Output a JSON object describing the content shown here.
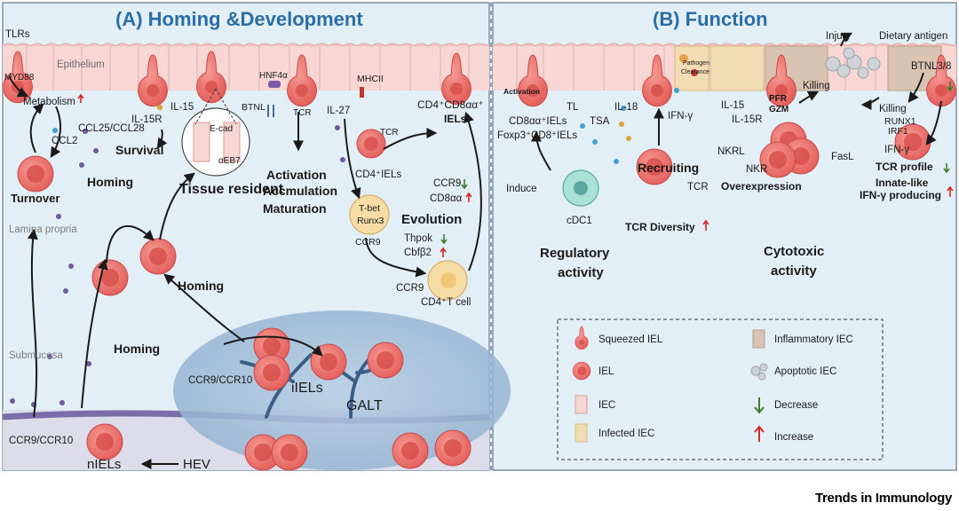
{
  "panels": {
    "a_title": "(A) Homing &Development",
    "b_title": "(B) Function"
  },
  "colors": {
    "panel_bg": "#e3eff6",
    "title_blue": "#2b6ea6",
    "epithelium": "#f7d6d4",
    "cell_fill": "#ea6f6b",
    "cell_nucleus": "#d84a47",
    "decrease": "#3a7d2c",
    "increase": "#d92626",
    "galt": "#3b5e86"
  },
  "labels_a": {
    "tlrs": "TLRs",
    "myd88": "MYD88",
    "epithelium": "Epithelium",
    "metabolism": "Metabolism",
    "ccl2": "CCL2",
    "ccl25": "CCL25/CCL28",
    "turnover": "Turnover",
    "il15r": "IL-15R",
    "il15": "IL-15",
    "survival": "Survival",
    "ecad": "E-cad",
    "aeb7": "αEB7",
    "hnf4a": "HNF4α",
    "btnl": "BTNL",
    "tcr": "TCR",
    "tissue_resident": "Tissue resident",
    "homing1": "Homing",
    "homing2": "Homing",
    "homing3": "Homing",
    "activation": "Activation",
    "accumulation": "Accmulation",
    "maturation": "Maturation",
    "lamina": "Lamina propria",
    "submucosa": "Submucosa",
    "il27": "IL-27",
    "mhcii": "MHCII",
    "tcr2": "TCR",
    "cd4_iels": "CD4⁺IELs",
    "tbet": "T-bet",
    "runx3": "Runx3",
    "ccr9_a": "CCR9",
    "cd4cd8": "CD4⁺CD8αα⁺",
    "iels_top": "IELs",
    "ccr9_down": "CCR9",
    "cd8aa_up": "CD8αα",
    "evolution": "Evolution",
    "thpok": "Thpok",
    "cbfb2": "Cbfβ2",
    "ccr9_b": "CCR9",
    "cd4t": "CD4⁺T cell",
    "ccr9ccr10_mid": "CCR9/CCR10",
    "iiels": "iIELs",
    "galt": "GALT",
    "ccr9ccr10_low": "CCR9/CCR10",
    "niels": "nIELs",
    "hev": "HEV"
  },
  "labels_b": {
    "activation": "Activation",
    "tl": "TL",
    "il18": "IL-18",
    "cd8aa_iels": "CD8αα⁺IELs",
    "foxp3": "Foxp3⁺CD8⁺IELs",
    "tsa": "TSA",
    "pathogen1": "Pathogen",
    "pathogen2": "Clearance",
    "ifng": "IFN-γ",
    "recruiting": "Recruiting",
    "tcr": "TCR",
    "tcr_diversity": "TCR Diversity",
    "induce": "Induce",
    "cdc1": "cDC1",
    "regulatory1": "Regulatory",
    "regulatory2": "activity",
    "injury": "Injury",
    "dietary": "Dietary antigen",
    "il15": "IL-15",
    "il15r": "IL-15R",
    "pfr": "PFR",
    "gzm": "GZM",
    "killing1": "Killing",
    "killing2": "Killing",
    "btnl38": "BTNL3/8",
    "runx1": "RUNX1",
    "irf1": "IRF1",
    "ifng2": "IFN-γ",
    "nkrl": "NKRL",
    "nkr": "NKR",
    "fasl": "FasL",
    "overexpression": "Overexpression",
    "tcr_profile": "TCR profile",
    "innate1": "Innate-like",
    "innate2": "IFN-γ producing",
    "cytotoxic1": "Cytotoxic",
    "cytotoxic2": "activity"
  },
  "legend": [
    {
      "label": "Squeezed IEL",
      "icon": "squeezed-iel-icon"
    },
    {
      "label": "IEL",
      "icon": "iel-icon"
    },
    {
      "label": "IEC",
      "icon": "iec-icon"
    },
    {
      "label": "Infected IEC",
      "icon": "infected-iec-icon"
    },
    {
      "label": "Inflammatory IEC",
      "icon": "inflammatory-iec-icon"
    },
    {
      "label": "Apoptotic IEC",
      "icon": "apoptotic-iec-icon"
    },
    {
      "label": "Decrease",
      "icon": "decrease-arrow-icon"
    },
    {
      "label": "Increase",
      "icon": "increase-arrow-icon"
    }
  ],
  "footer": "Trends in Immunology"
}
